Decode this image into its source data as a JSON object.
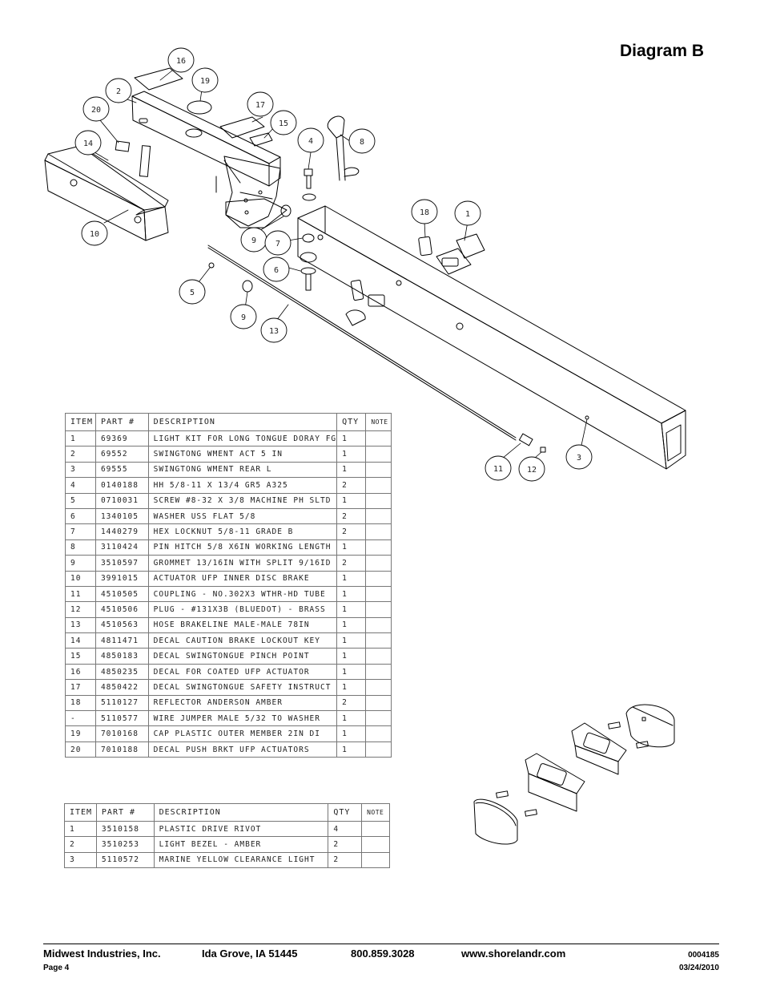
{
  "page": {
    "title": "Diagram B"
  },
  "callouts": [
    "16",
    "19",
    "2",
    "20",
    "17",
    "15",
    "14",
    "4",
    "8",
    "10",
    "9",
    "7",
    "18",
    "1",
    "6",
    "5",
    "9",
    "13",
    "11",
    "12",
    "3"
  ],
  "table1": {
    "headers": {
      "item": "ITEM",
      "part": "PART #",
      "description": "DESCRIPTION",
      "qty": "QTY",
      "note": "NOTE"
    },
    "rows": [
      {
        "item": "1",
        "part": "69369",
        "description": "LIGHT KIT FOR LONG TONGUE DORAY FG",
        "qty": "1",
        "note": ""
      },
      {
        "item": "2",
        "part": "69552",
        "description": "SWINGTONG WMENT ACT 5 IN",
        "qty": "1",
        "note": ""
      },
      {
        "item": "3",
        "part": "69555",
        "description": "SWINGTONG WMENT REAR L",
        "qty": "1",
        "note": ""
      },
      {
        "item": "4",
        "part": "0140188",
        "description": "HH 5/8-11 X 13/4  GR5 A325",
        "qty": "2",
        "note": ""
      },
      {
        "item": "5",
        "part": "0710031",
        "description": "SCREW #8-32 X 3/8 MACHINE PH SLTD",
        "qty": "1",
        "note": ""
      },
      {
        "item": "6",
        "part": "1340105",
        "description": "WASHER USS FLAT 5/8",
        "qty": "2",
        "note": ""
      },
      {
        "item": "7",
        "part": "1440279",
        "description": "HEX LOCKNUT 5/8-11 GRADE B",
        "qty": "2",
        "note": ""
      },
      {
        "item": "8",
        "part": "3110424",
        "description": "PIN HITCH 5/8 X6IN WORKING LENGTH",
        "qty": "1",
        "note": ""
      },
      {
        "item": "9",
        "part": "3510597",
        "description": "GROMMET 13/16IN  WITH SPLIT 9/16ID",
        "qty": "2",
        "note": ""
      },
      {
        "item": "10",
        "part": "3991015",
        "description": "ACTUATOR UFP INNER  DISC BRAKE",
        "qty": "1",
        "note": ""
      },
      {
        "item": "11",
        "part": "4510505",
        "description": "COUPLING - NO.302X3 WTHR-HD TUBE",
        "qty": "1",
        "note": ""
      },
      {
        "item": "12",
        "part": "4510506",
        "description": "PLUG - #131X3B (BLUEDOT) - BRASS",
        "qty": "1",
        "note": ""
      },
      {
        "item": "13",
        "part": "4510563",
        "description": "HOSE BRAKELINE MALE-MALE 78IN",
        "qty": "1",
        "note": ""
      },
      {
        "item": "14",
        "part": "4811471",
        "description": "DECAL CAUTION BRAKE LOCKOUT KEY",
        "qty": "1",
        "note": ""
      },
      {
        "item": "15",
        "part": "4850183",
        "description": "DECAL SWINGTONGUE PINCH POINT",
        "qty": "1",
        "note": ""
      },
      {
        "item": "16",
        "part": "4850235",
        "description": "DECAL FOR COATED UFP ACTUATOR",
        "qty": "1",
        "note": ""
      },
      {
        "item": "17",
        "part": "4850422",
        "description": "DECAL SWINGTONGUE SAFETY INSTRUCT",
        "qty": "1",
        "note": ""
      },
      {
        "item": "18",
        "part": "5110127",
        "description": "REFLECTOR ANDERSON AMBER",
        "qty": "2",
        "note": ""
      },
      {
        "item": "-",
        "part": "5110577",
        "description": "WIRE JUMPER MALE 5/32 TO WASHER",
        "qty": "1",
        "note": ""
      },
      {
        "item": "19",
        "part": "7010168",
        "description": "CAP  PLASTIC OUTER MEMBER 2IN DI",
        "qty": "1",
        "note": ""
      },
      {
        "item": "20",
        "part": "7010188",
        "description": "DECAL PUSH BRKT UFP ACTUATORS",
        "qty": "1",
        "note": ""
      }
    ]
  },
  "table2": {
    "headers": {
      "item": "ITEM",
      "part": "PART #",
      "description": "DESCRIPTION",
      "qty": "QTY",
      "note": "NOTE"
    },
    "rows": [
      {
        "item": "1",
        "part": "3510158",
        "description": "PLASTIC DRIVE RIVOT",
        "qty": "4",
        "note": ""
      },
      {
        "item": "2",
        "part": "3510253",
        "description": "LIGHT BEZEL - AMBER",
        "qty": "2",
        "note": ""
      },
      {
        "item": "3",
        "part": "5110572",
        "description": "MARINE YELLOW CLEARANCE LIGHT",
        "qty": "2",
        "note": ""
      }
    ]
  },
  "footer": {
    "company": "Midwest Industries, Inc.",
    "city": "Ida Grove, IA  51445",
    "phone": "800.859.3028",
    "website": "www.shorelandr.com",
    "doc_number": "0004185",
    "page": "Page 4",
    "date": "03/24/2010"
  }
}
